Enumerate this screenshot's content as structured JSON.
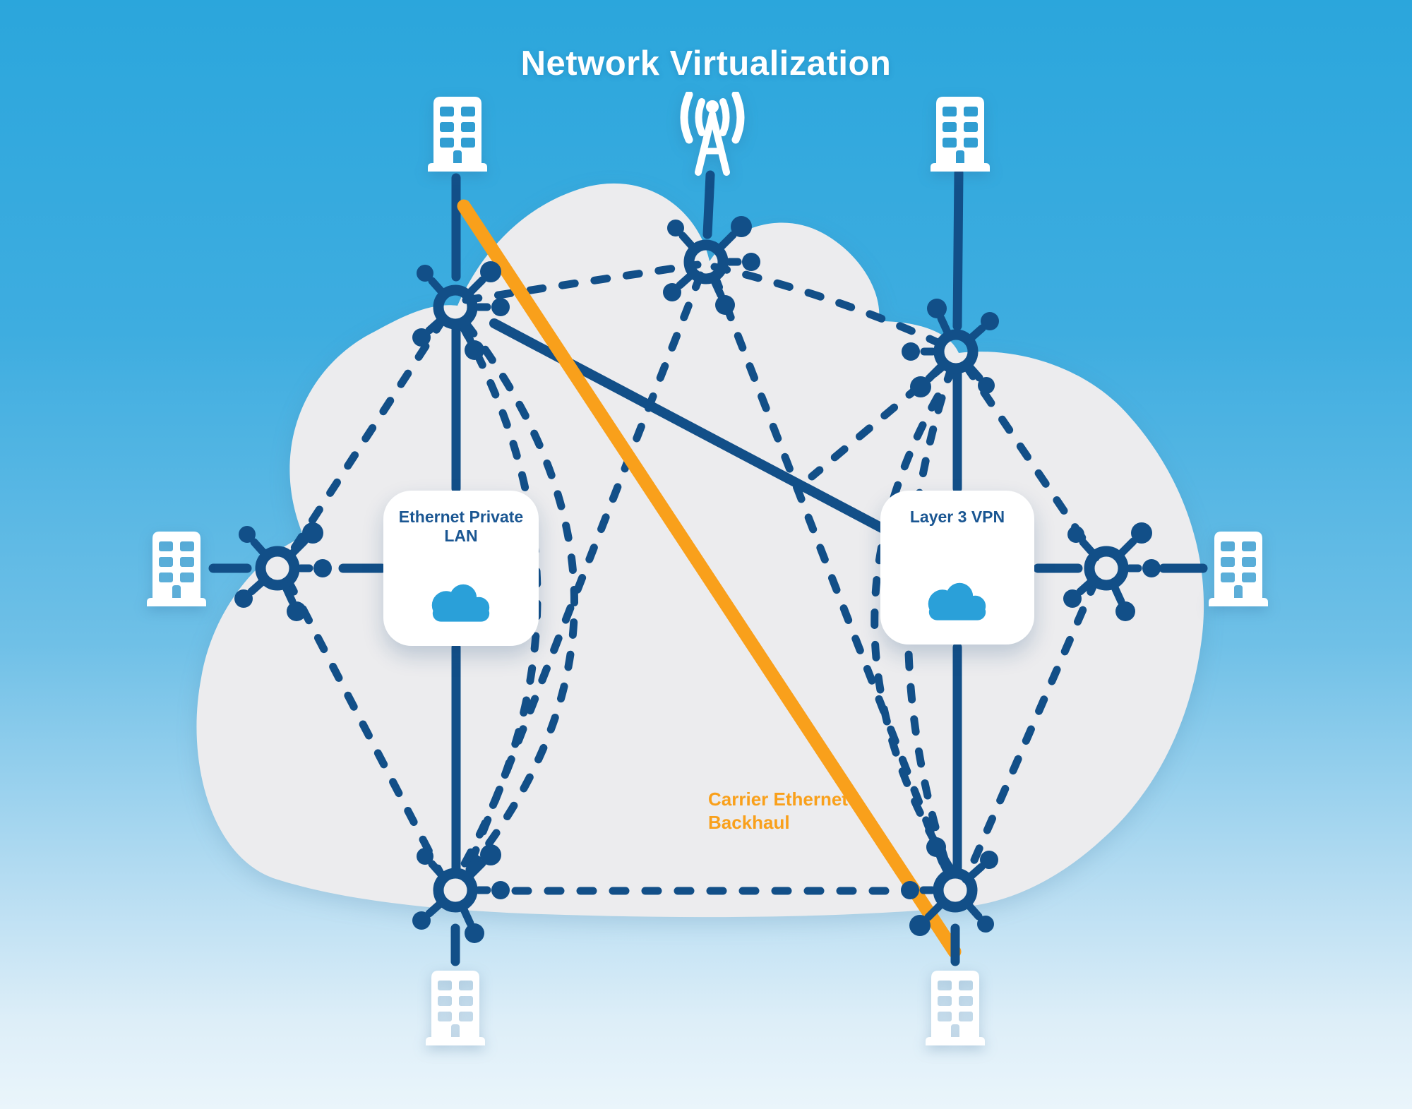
{
  "title": "Network Virtualization",
  "diagram": {
    "cards": [
      {
        "id": "ethernet-private-lan",
        "label": "Ethernet Private LAN",
        "icon": "cloud-icon"
      },
      {
        "id": "layer-3-vpn",
        "label": "Layer 3 VPN",
        "icon": "cloud-icon"
      }
    ],
    "link_label": "Carrier Ethernet Backhaul",
    "endpoints": [
      {
        "id": "building-top-left",
        "icon": "office-building-icon"
      },
      {
        "id": "cell-tower-top-center",
        "icon": "radio-tower-icon"
      },
      {
        "id": "building-top-right",
        "icon": "office-building-icon"
      },
      {
        "id": "building-left",
        "icon": "office-building-icon"
      },
      {
        "id": "building-right",
        "icon": "office-building-icon"
      },
      {
        "id": "building-bottom-left",
        "icon": "office-building-icon"
      },
      {
        "id": "building-bottom-right",
        "icon": "office-building-icon"
      }
    ],
    "switch_nodes": [
      "node-top-left",
      "node-top-center",
      "node-top-right",
      "node-left",
      "node-right",
      "node-bottom-left",
      "node-bottom-right"
    ],
    "overlay_links": [
      {
        "id": "layer3-vpn-path",
        "style": "solid-navy"
      },
      {
        "id": "carrier-ethernet-backhaul-path",
        "style": "solid-orange"
      }
    ],
    "mesh_style": "dashed-navy"
  },
  "colors": {
    "navy": "#124f88",
    "orange": "#f9a01b",
    "cloud_fill": "#ececee",
    "sky_top": "#2ba6dc",
    "sky_bottom": "#eaf5fb",
    "icon_blue": "#2aa0d9",
    "card_text": "#1a5692",
    "title_text": "#ffffff"
  }
}
